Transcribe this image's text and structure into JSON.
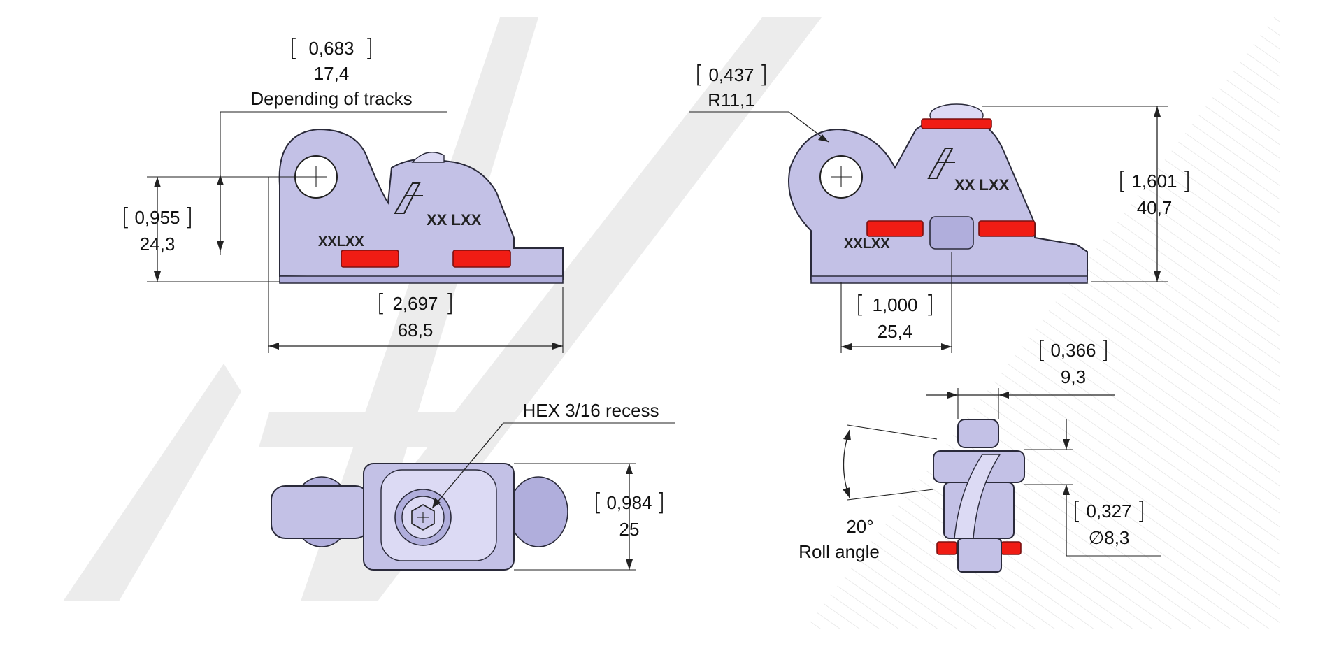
{
  "side_view": {
    "track_offset": {
      "inch": "0,683",
      "mm": "17,4",
      "note": "Depending of tracks"
    },
    "height": {
      "inch": "0,955",
      "mm": "24,3"
    },
    "length": {
      "inch": "2,697",
      "mm": "68,5"
    },
    "marking_small": "XXLXX",
    "marking_large": "XX LXX"
  },
  "front_view": {
    "radius": {
      "inch": "0,437",
      "mm": "R11,1"
    },
    "height": {
      "inch": "1,601",
      "mm": "40,7"
    },
    "spacing": {
      "inch": "1,000",
      "mm": "25,4"
    },
    "marking_small": "XXLXX",
    "marking_large": "XX LXX"
  },
  "top_view": {
    "recess_label": "HEX 3/16 recess",
    "width": {
      "inch": "0,984",
      "mm": "25"
    }
  },
  "end_view": {
    "thickness": {
      "inch": "0,366",
      "mm": "9,3"
    },
    "diameter": {
      "inch": "0,327",
      "mm": "∅8,3"
    },
    "angle": "20°",
    "angle_label": "Roll angle"
  },
  "colors": {
    "part_body": "#c3c1e6",
    "part_highlight": "#dcdaf4",
    "red_slides": "#f01c14",
    "watermark": "#ececec"
  }
}
